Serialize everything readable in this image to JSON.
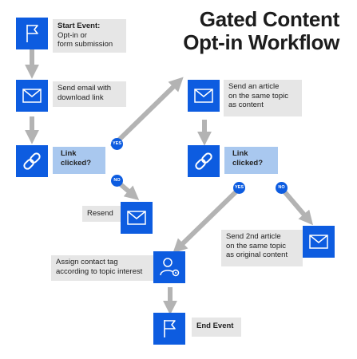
{
  "title": {
    "line1": "Gated Content",
    "line2": "Opt-in Workflow"
  },
  "nodes": {
    "start": {
      "line1": "Start Event:",
      "line2": "Opt-in or",
      "line3": "form submission"
    },
    "send_email": {
      "line1": "Send email with",
      "line2": "download link"
    },
    "link_clicked_1": {
      "line1": "Link",
      "line2": "clicked?"
    },
    "resend": {
      "line1": "Resend"
    },
    "send_article": {
      "line1": "Send an article",
      "line2": "on the same topic",
      "line3": "as content"
    },
    "link_clicked_2": {
      "line1": "Link",
      "line2": "clicked?"
    },
    "send_2nd_article": {
      "line1": "Send 2nd article",
      "line2": "on the same topic",
      "line3": "as original content"
    },
    "assign_tag": {
      "line1": "Assign contact tag",
      "line2": "according to topic interest"
    },
    "end": {
      "line1": "End Event"
    }
  },
  "badges": {
    "yes": "YES",
    "no": "NO"
  },
  "colors": {
    "node_blue": "#0d5ce0",
    "label_gray": "#e6e6e6",
    "decision_blue": "#a9c8ef",
    "arrow_gray": "#b3b3b3"
  },
  "icons": {
    "start": "flag-icon",
    "send_email": "envelope-icon",
    "decision": "chain-link-icon",
    "resend": "envelope-icon",
    "assign_tag": "user-gear-icon",
    "end": "flag-icon"
  }
}
